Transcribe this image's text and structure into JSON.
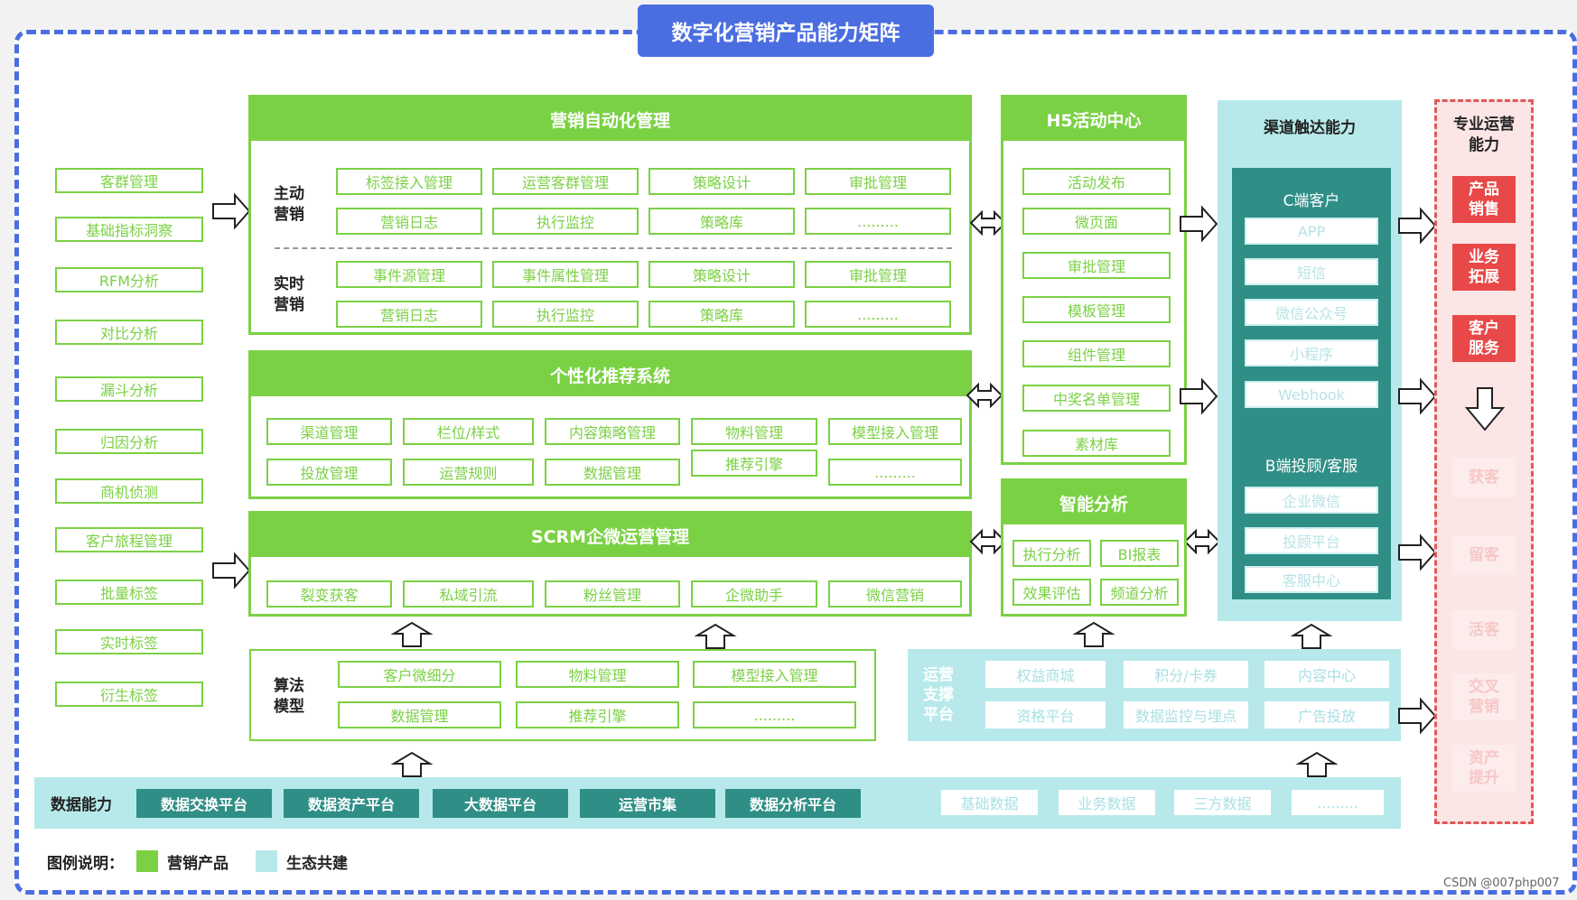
{
  "title": "数字化营销产品能力矩阵",
  "left_column": [
    "客群管理",
    "基础指标洞察",
    "RFM分析",
    "对比分析",
    "漏斗分析",
    "归因分析",
    "商机侦测",
    "客户旅程管理",
    "批量标签",
    "实时标签",
    "衍生标签"
  ],
  "marketing_automation": {
    "title": "营销自动化管理",
    "active_label": "主动\n营销",
    "active_row1": [
      "标签接入管理",
      "运营客群管理",
      "策略设计",
      "审批管理"
    ],
    "active_row2": [
      "营销日志",
      "执行监控",
      "策略库",
      "........."
    ],
    "realtime_label": "实时\n营销",
    "realtime_row1": [
      "事件源管理",
      "事件属性管理",
      "策略设计",
      "审批管理"
    ],
    "realtime_row2": [
      "营销日志",
      "执行监控",
      "策略库",
      "........."
    ]
  },
  "recommend": {
    "title": "个性化推荐系统",
    "row1": [
      "渠道管理",
      "栏位/样式",
      "内容策略管理",
      "物料管理",
      "模型接入管理"
    ],
    "row2": [
      "投放管理",
      "运营规则",
      "数据管理",
      "推荐引擎",
      "........."
    ]
  },
  "scrm": {
    "title": "SCRM企微运营管理",
    "items": [
      "裂变获客",
      "私域引流",
      "粉丝管理",
      "企微助手",
      "微信营销"
    ]
  },
  "algorithm": {
    "label": "算法\n模型",
    "row1": [
      "客户微细分",
      "物料管理",
      "模型接入管理"
    ],
    "row2": [
      "数据管理",
      "推荐引擎",
      "........."
    ]
  },
  "h5": {
    "title": "H5活动中心",
    "items": [
      "活动发布",
      "微页面",
      "审批管理",
      "模板管理",
      "组件管理",
      "中奖名单管理",
      "素材库"
    ]
  },
  "smart": {
    "title": "智能分析",
    "items": [
      "执行分析",
      "BI报表",
      "效果评估",
      "频道分析"
    ]
  },
  "channel": {
    "title": "渠道触达能力",
    "c_title": "C端客户",
    "c_items": [
      "APP",
      "短信",
      "微信公众号",
      "小程序",
      "Webhook"
    ],
    "b_title": "B端投顾/客服",
    "b_items": [
      "企业微信",
      "投顾平台",
      "客服中心"
    ]
  },
  "ops_platform": {
    "label": "运营\n支撑\n平台",
    "row1": [
      "权益商城",
      "积分/卡券",
      "内容中心"
    ],
    "row2": [
      "资格平台",
      "数据监控与埋点",
      "广告投放"
    ]
  },
  "data_capability": {
    "label": "数据能力",
    "platforms": [
      "数据交换平台",
      "数据资产平台",
      "大数据平台",
      "运营市集",
      "数据分析平台"
    ],
    "sources": [
      "基础数据",
      "业务数据",
      "三方数据",
      "........."
    ]
  },
  "pro_ops": {
    "title": "专业运营\n能力",
    "top": [
      "产品\n销售",
      "业务\n拓展",
      "客户\n服务"
    ],
    "bottom": [
      "获客",
      "留客",
      "活客",
      "交叉\n营销",
      "资产\n提升"
    ]
  },
  "legend": {
    "label": "图例说明：",
    "items": [
      {
        "name": "营销产品",
        "color": "#7bd144"
      },
      {
        "name": "生态共建",
        "color": "#b7e9ea"
      }
    ]
  },
  "watermark": "CSDN @007php007",
  "colors": {
    "blue": "#4a6ee0",
    "green": "#7bd144",
    "cyan": "#b7e9ea",
    "teal": "#2f8f86",
    "red": "#e94848"
  }
}
